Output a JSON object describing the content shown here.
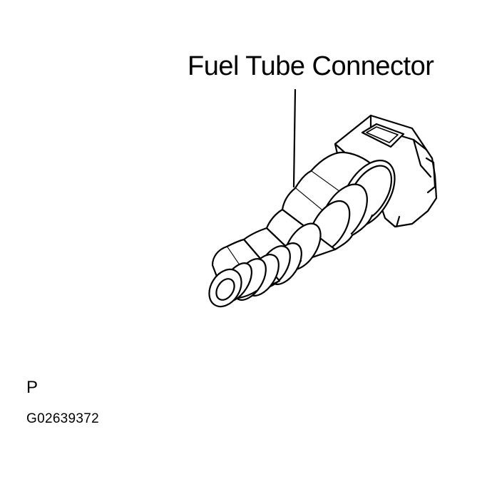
{
  "diagram": {
    "callout_label": "Fuel Tube Connector",
    "view_letter": "P",
    "figure_id": "G02639372"
  },
  "colors": {
    "ink": "#000000",
    "paper": "#ffffff"
  }
}
